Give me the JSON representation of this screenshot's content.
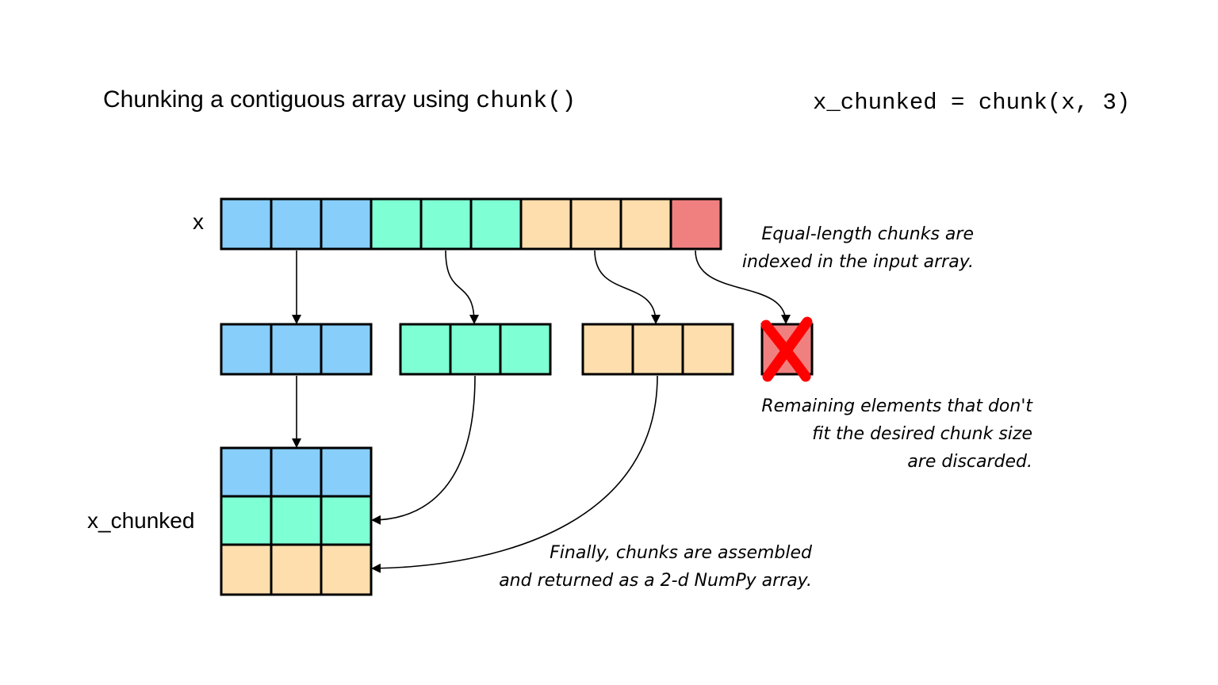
{
  "title": {
    "prefix": "Chunking a contiguous array using ",
    "code": "chunk()"
  },
  "code_line": "x_chunked = chunk(x, 3)",
  "labels": {
    "input": "x",
    "output": "x_chunked"
  },
  "annotations": {
    "indexed": [
      "Equal-length chunks are",
      "indexed in the input array."
    ],
    "discarded": [
      "Remaining elements that don't",
      "fit the desired chunk size",
      "are discarded."
    ],
    "assembled": [
      "Finally, chunks are assembled",
      "and returned as a 2-d NumPy array."
    ]
  },
  "chunk_size": 3,
  "input_cells": [
    {
      "group": 0,
      "color": "#87cefa"
    },
    {
      "group": 0,
      "color": "#87cefa"
    },
    {
      "group": 0,
      "color": "#87cefa"
    },
    {
      "group": 1,
      "color": "#7fffd4"
    },
    {
      "group": 1,
      "color": "#7fffd4"
    },
    {
      "group": 1,
      "color": "#7fffd4"
    },
    {
      "group": 2,
      "color": "#ffdead"
    },
    {
      "group": 2,
      "color": "#ffdead"
    },
    {
      "group": 2,
      "color": "#ffdead"
    },
    {
      "group": 3,
      "color": "#f08080",
      "discarded": true
    }
  ],
  "colors": {
    "blue": "#87cefa",
    "green": "#7fffd4",
    "orange": "#ffdead",
    "red": "#f08080",
    "discard_x": "#ff0000",
    "outline": "#000000"
  }
}
